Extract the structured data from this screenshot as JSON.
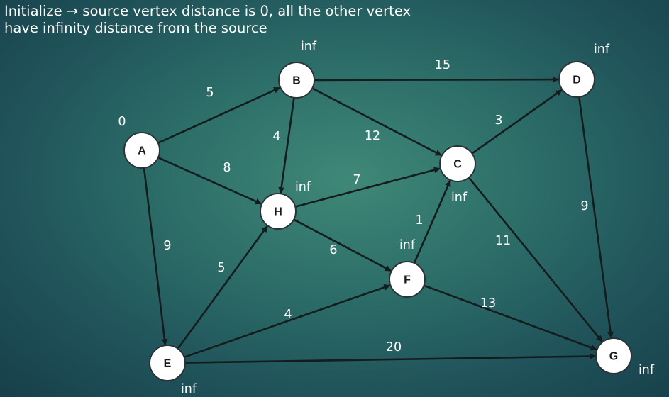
{
  "slide": {
    "title_line1": "Initialize → source vertex distance is 0, all the other vertex",
    "title_line2": "have infinity distance from the source"
  },
  "graph": {
    "nodes": [
      {
        "id": "A",
        "label": "A",
        "distance": "0"
      },
      {
        "id": "B",
        "label": "B",
        "distance": "inf"
      },
      {
        "id": "C",
        "label": "C",
        "distance": "inf"
      },
      {
        "id": "D",
        "label": "D",
        "distance": "inf"
      },
      {
        "id": "E",
        "label": "E",
        "distance": "inf"
      },
      {
        "id": "F",
        "label": "F",
        "distance": "inf"
      },
      {
        "id": "G",
        "label": "G",
        "distance": "inf"
      },
      {
        "id": "H",
        "label": "H",
        "distance": "inf"
      }
    ],
    "edges": [
      {
        "from": "A",
        "to": "B",
        "weight": "5"
      },
      {
        "from": "A",
        "to": "H",
        "weight": "8"
      },
      {
        "from": "A",
        "to": "E",
        "weight": "9"
      },
      {
        "from": "B",
        "to": "D",
        "weight": "15"
      },
      {
        "from": "B",
        "to": "H",
        "weight": "4"
      },
      {
        "from": "B",
        "to": "C",
        "weight": "12"
      },
      {
        "from": "C",
        "to": "D",
        "weight": "3"
      },
      {
        "from": "C",
        "to": "G",
        "weight": "11"
      },
      {
        "from": "D",
        "to": "G",
        "weight": "9"
      },
      {
        "from": "H",
        "to": "C",
        "weight": "7"
      },
      {
        "from": "H",
        "to": "F",
        "weight": "6"
      },
      {
        "from": "F",
        "to": "C",
        "weight": "1"
      },
      {
        "from": "F",
        "to": "G",
        "weight": "13"
      },
      {
        "from": "E",
        "to": "H",
        "weight": "5"
      },
      {
        "from": "E",
        "to": "F",
        "weight": "4"
      },
      {
        "from": "E",
        "to": "G",
        "weight": "20"
      }
    ]
  }
}
